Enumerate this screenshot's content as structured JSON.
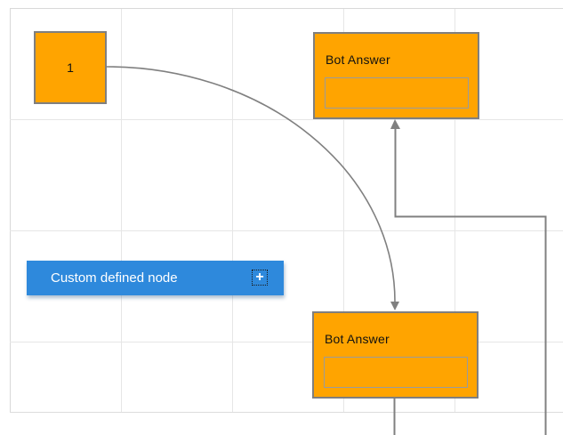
{
  "canvas": {
    "type": "flow-diagram-editor",
    "grid": {
      "cell_size": 125,
      "color": "#e6e6e6",
      "boundary_color": "#d9d9d9"
    },
    "colors": {
      "node_fill_orange": "#FFA400",
      "node_border_gray": "#7f7f7f",
      "custom_node_blue": "#2E89DC",
      "connector_gray": "#808080",
      "text_dark": "#111111",
      "text_light": "#ffffff"
    }
  },
  "nodes": {
    "start_node": {
      "label": "1"
    },
    "bot_answer_top": {
      "title": "Bot Answer",
      "field_value": ""
    },
    "bot_answer_bottom": {
      "title": "Bot Answer",
      "field_value": ""
    },
    "custom_node": {
      "label": "Custom defined node",
      "add_button_glyph": "+"
    }
  },
  "connectors": [
    {
      "name": "curved-connector",
      "from": "start_node",
      "to": "bot_answer_bottom",
      "style": "arc",
      "arrow": "down"
    },
    {
      "name": "elbow-connector",
      "to": "bot_answer_top",
      "style": "orthogonal",
      "arrow": "up"
    },
    {
      "name": "stub-connector",
      "from": "bot_answer_bottom",
      "style": "straight-down"
    }
  ]
}
